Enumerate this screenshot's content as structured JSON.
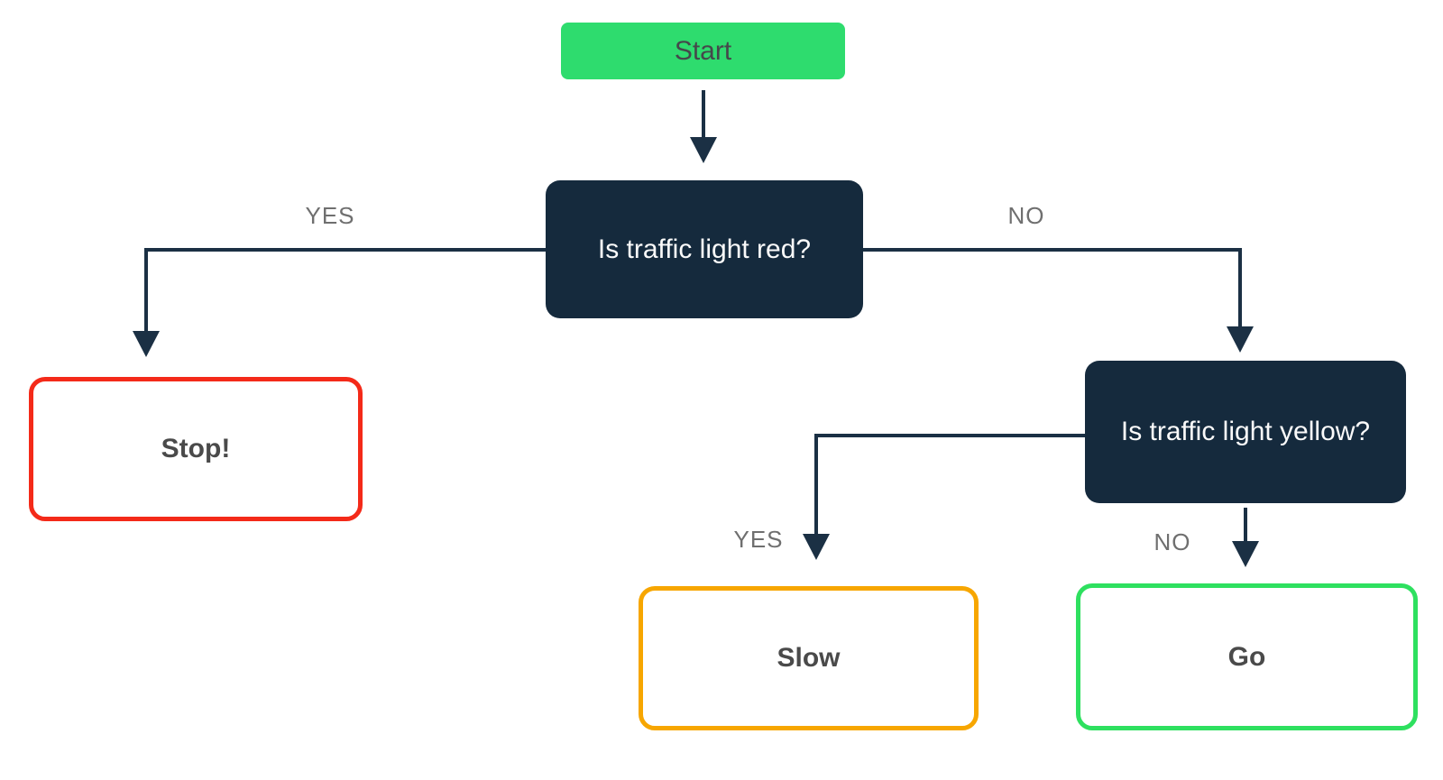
{
  "diagram": {
    "type": "flowchart",
    "description": "Traffic light decision flowchart",
    "nodes": [
      {
        "id": "start",
        "kind": "start",
        "label": "Start"
      },
      {
        "id": "q1",
        "kind": "decision",
        "label": "Is traffic light red?"
      },
      {
        "id": "stop",
        "kind": "result",
        "label": "Stop!",
        "border_color": "#f42a19"
      },
      {
        "id": "q2",
        "kind": "decision",
        "label": "Is traffic light yellow?"
      },
      {
        "id": "slow",
        "kind": "result",
        "label": "Slow",
        "border_color": "#f7a600"
      },
      {
        "id": "go",
        "kind": "result",
        "label": "Go",
        "border_color": "#2ee05f"
      }
    ],
    "edges": [
      {
        "from": "start",
        "to": "q1",
        "label": ""
      },
      {
        "from": "q1",
        "to": "stop",
        "label": "YES"
      },
      {
        "from": "q1",
        "to": "q2",
        "label": "NO"
      },
      {
        "from": "q2",
        "to": "slow",
        "label": "YES"
      },
      {
        "from": "q2",
        "to": "go",
        "label": "NO"
      }
    ]
  },
  "colors": {
    "start_fill": "#2edc6e",
    "decision_fill": "#152a3d",
    "connector": "#1b3044",
    "stop_border": "#f42a19",
    "slow_border": "#f7a600",
    "go_border": "#2ee05f",
    "result_text": "#4a4a4a",
    "start_text": "#45484b",
    "decision_text": "#fafafa",
    "edge_label": "#6f6f6f",
    "background": "#ffffff"
  }
}
